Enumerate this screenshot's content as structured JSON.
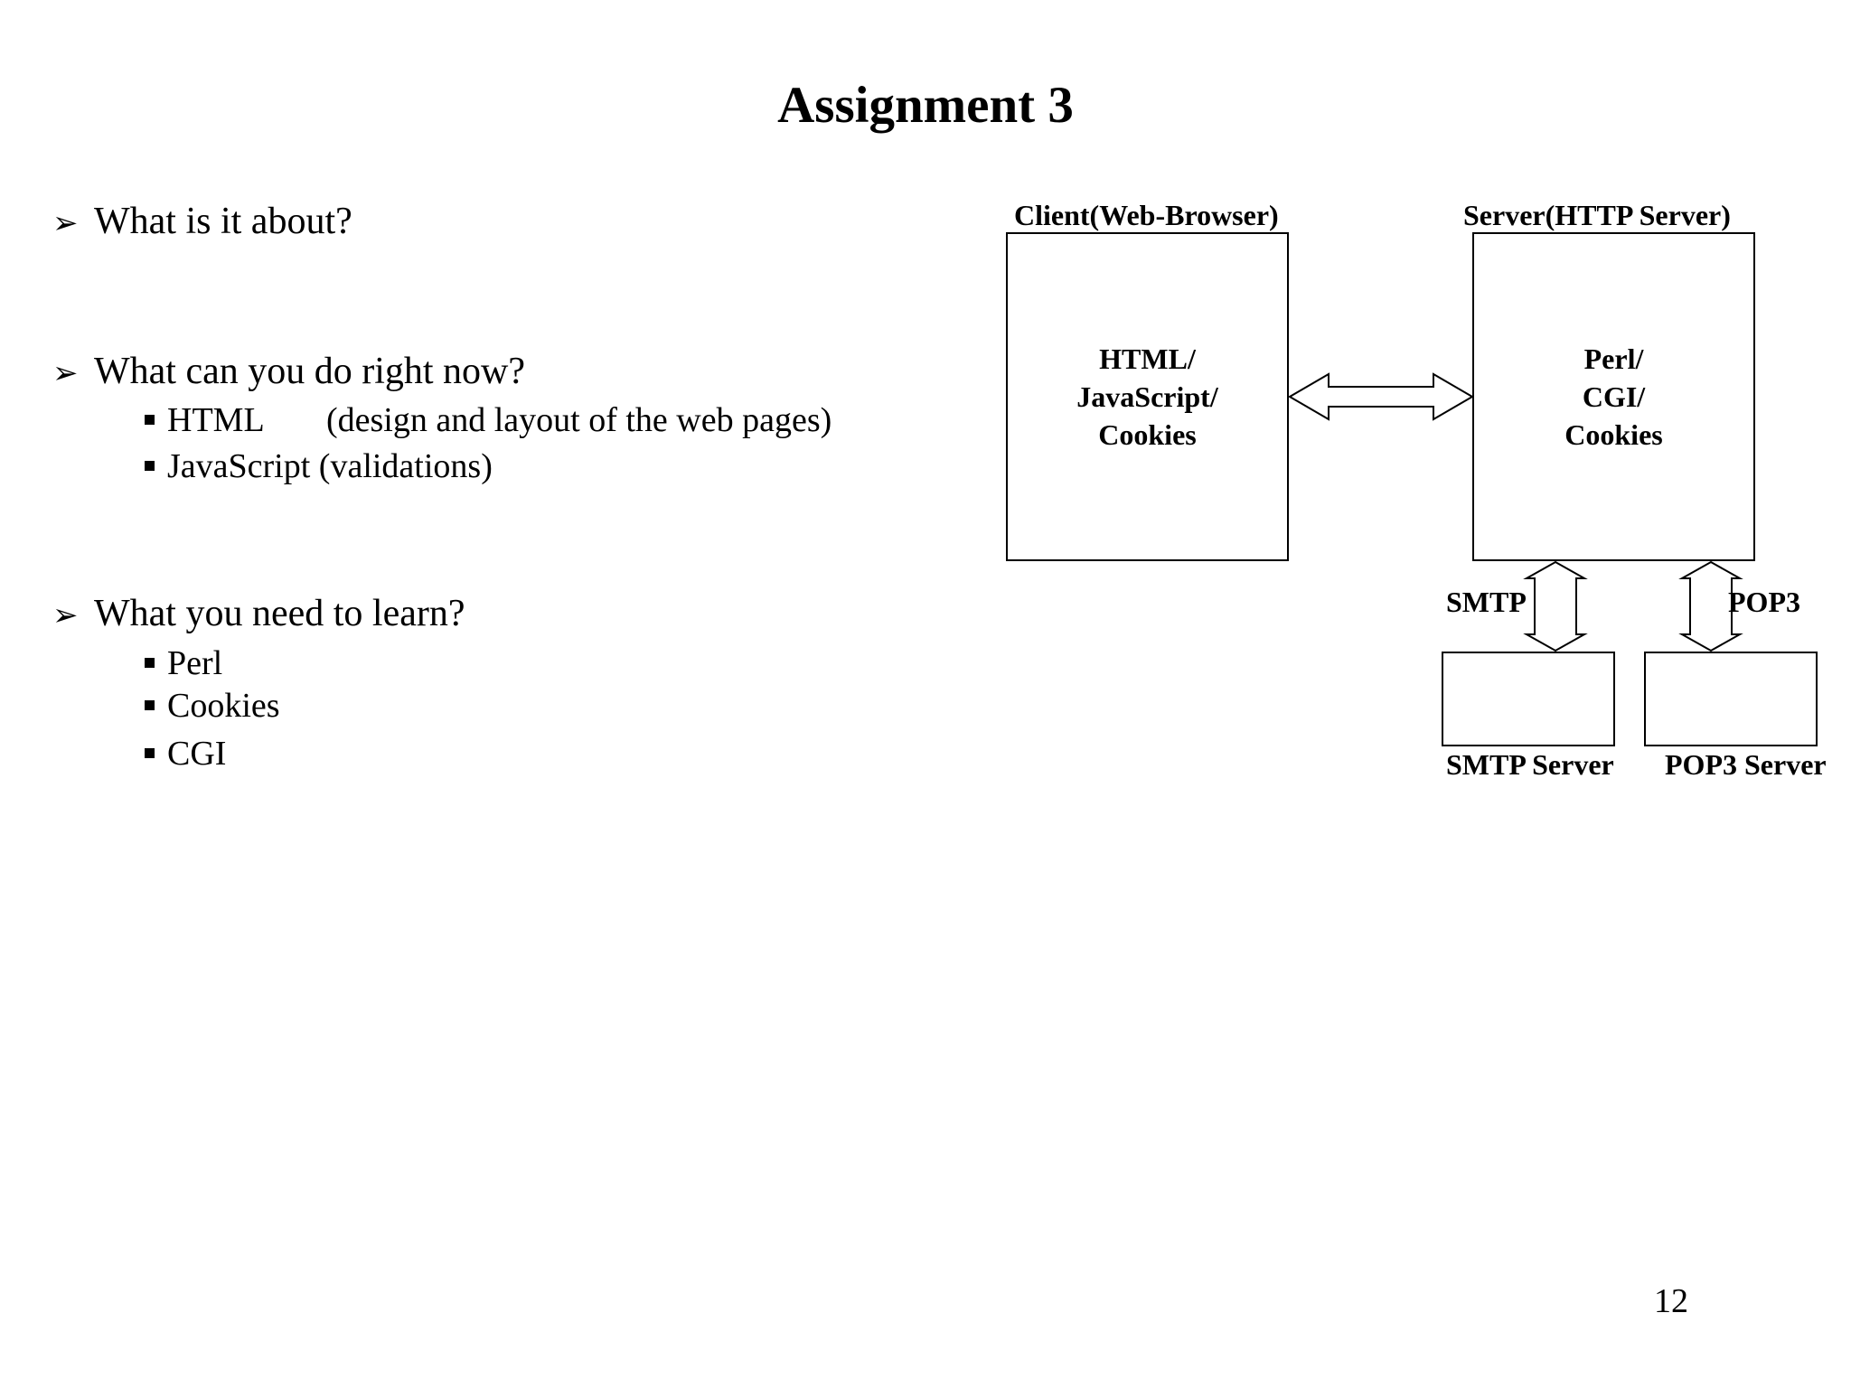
{
  "title": "Assignment 3",
  "questions": [
    {
      "text": "What is it about?",
      "items": []
    },
    {
      "text": "What can you do right now?",
      "items": [
        {
          "label": "HTML",
          "note": "(design and layout of the web pages)"
        },
        {
          "label": "JavaScript",
          "note": "(validations)"
        }
      ]
    },
    {
      "text": "What you need to learn?",
      "items": [
        {
          "label": "Perl"
        },
        {
          "label": "Cookies"
        },
        {
          "label": "CGI"
        }
      ]
    }
  ],
  "diagram": {
    "client_label": "Client(Web-Browser)",
    "client_box_lines": [
      "HTML/",
      "JavaScript/",
      "Cookies"
    ],
    "server_label": "Server(HTTP Server)",
    "server_box_lines": [
      "Perl/",
      "CGI/",
      "Cookies"
    ],
    "smtp_link_label": "SMTP",
    "pop3_link_label": "POP3",
    "smtp_server_label": "SMTP Server",
    "pop3_server_label": "POP3 Server"
  },
  "page_number": "12"
}
